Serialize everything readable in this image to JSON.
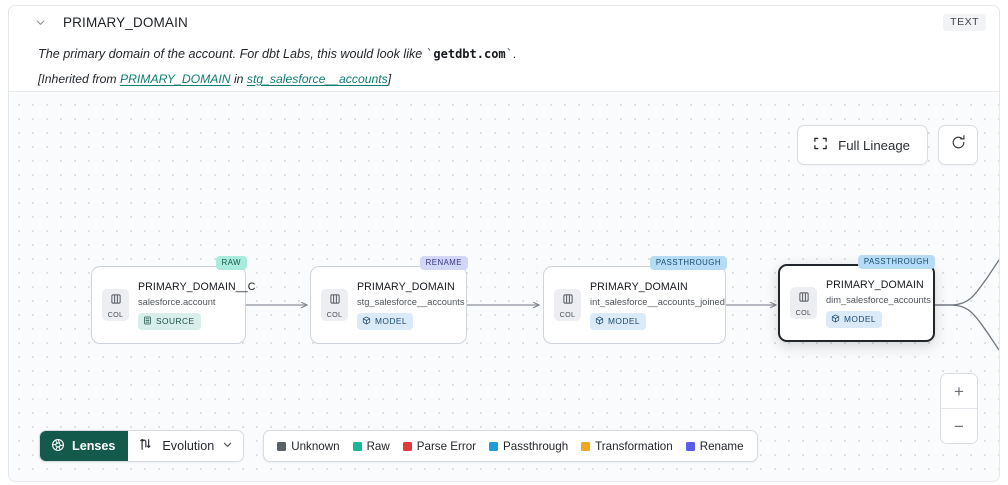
{
  "header": {
    "collapse_icon": "chevron-down-icon",
    "title": "PRIMARY_DOMAIN",
    "type_badge": "TEXT",
    "description_prefix": "The primary domain of the account. For dbt Labs, this would look like ",
    "description_code": "getdbt.com",
    "description_suffix": ".",
    "inherited_prefix": "[Inherited from ",
    "inherited_link_1": "PRIMARY_DOMAIN",
    "inherited_mid": " in ",
    "inherited_link_2": "stg_salesforce__accounts",
    "inherited_suffix": "]",
    "link_color": "#0e7c72"
  },
  "toolbar": {
    "full_lineage_label": "Full Lineage",
    "full_lineage_icon": "expand-corners-icon",
    "refresh_icon": "refresh-icon"
  },
  "graph": {
    "nodes": [
      {
        "column": "PRIMARY_DOMAIN__C",
        "table": "salesforce.account",
        "kind": "SOURCE",
        "kind_icon": "table-icon",
        "tag": "RAW",
        "chip_label": "COL",
        "chip_icon": "column-icon",
        "selected": false
      },
      {
        "column": "PRIMARY_DOMAIN",
        "table": "stg_salesforce__accounts",
        "kind": "MODEL",
        "kind_icon": "cube-icon",
        "tag": "RENAME",
        "chip_label": "COL",
        "chip_icon": "column-icon",
        "selected": false
      },
      {
        "column": "PRIMARY_DOMAIN",
        "table": "int_salesforce__accounts_joined",
        "kind": "MODEL",
        "kind_icon": "cube-icon",
        "tag": "PASSTHROUGH",
        "chip_label": "COL",
        "chip_icon": "column-icon",
        "selected": false
      },
      {
        "column": "PRIMARY_DOMAIN",
        "table": "dim_salesforce_accounts",
        "kind": "MODEL",
        "kind_icon": "cube-icon",
        "tag": "PASSTHROUGH",
        "chip_label": "COL",
        "chip_icon": "column-icon",
        "selected": true
      }
    ]
  },
  "zoom_controls": {
    "zoom_in": "+",
    "zoom_out": "−"
  },
  "bottom_bar": {
    "lenses_label": "Lenses",
    "lenses_icon": "aperture-icon",
    "lenses_color": "#145a4c",
    "evolution_label": "Evolution",
    "evolution_icon": "evolution-flow-icon",
    "evolution_chevron": "chevron-down-icon",
    "legend": [
      {
        "label": "Unknown",
        "color": "#5a6169"
      },
      {
        "label": "Raw",
        "color": "#17b897"
      },
      {
        "label": "Parse Error",
        "color": "#e0393e"
      },
      {
        "label": "Passthrough",
        "color": "#1e9bdd"
      },
      {
        "label": "Transformation",
        "color": "#f0a621"
      },
      {
        "label": "Rename",
        "color": "#5b5bec"
      }
    ]
  }
}
